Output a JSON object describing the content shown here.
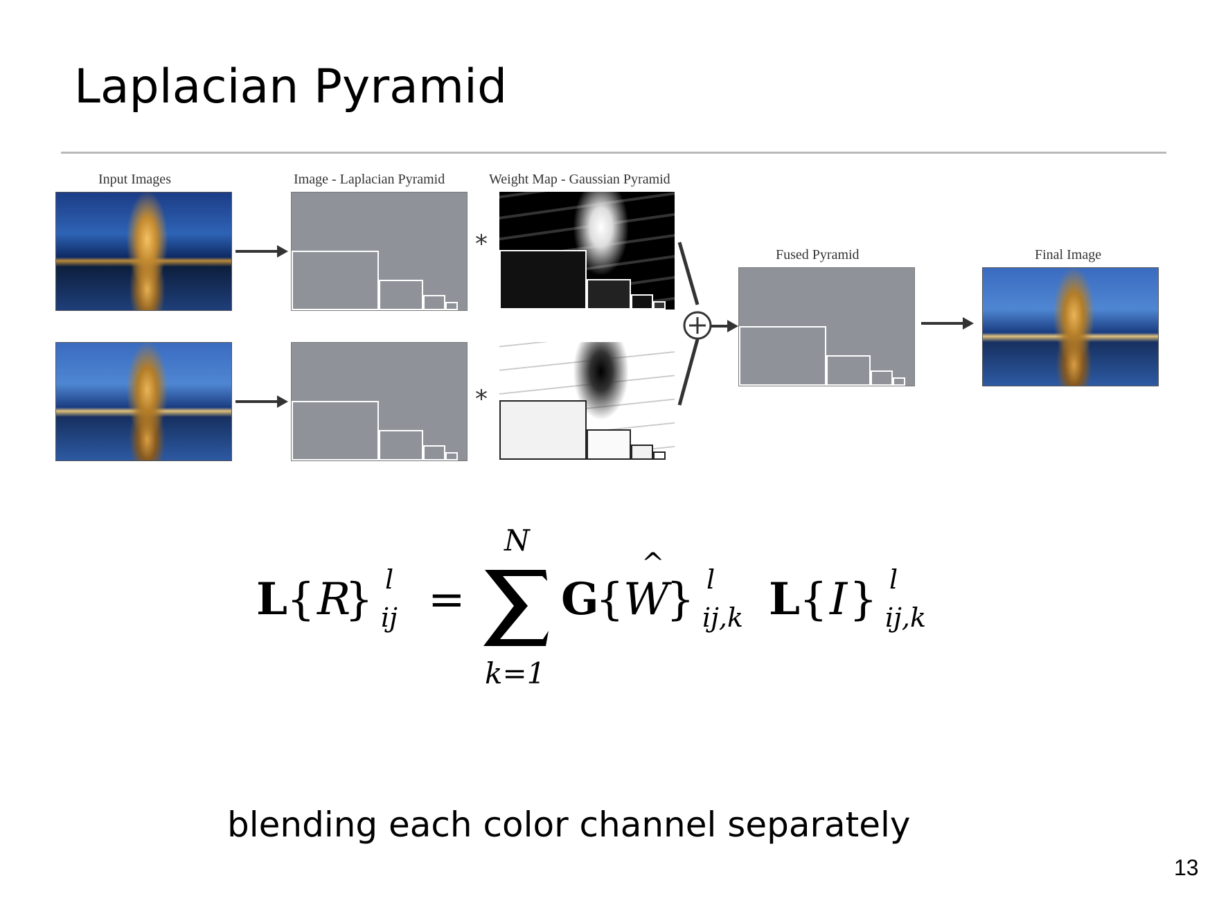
{
  "slide": {
    "title": "Laplacian Pyramid",
    "bottom_text": "blending each color channel separately",
    "page_number": "13"
  },
  "diagram": {
    "captions": {
      "input": "Input Images",
      "laplacian": "Image - Laplacian Pyramid",
      "weight": "Weight Map - Gaussian Pyramid",
      "fused": "Fused Pyramid",
      "final": "Final Image"
    },
    "operator_symbol": "*",
    "sum_symbol": "⊕"
  },
  "formula": {
    "lhs_L": "L",
    "lhs_R": "R",
    "sup_l": "l",
    "sub_ij": "ij",
    "equals": "=",
    "sum_upper": "N",
    "sum_lower": "k=1",
    "G": "G",
    "W": "W",
    "sub_ijk": "ij,k",
    "L2": "L",
    "I": "I"
  }
}
